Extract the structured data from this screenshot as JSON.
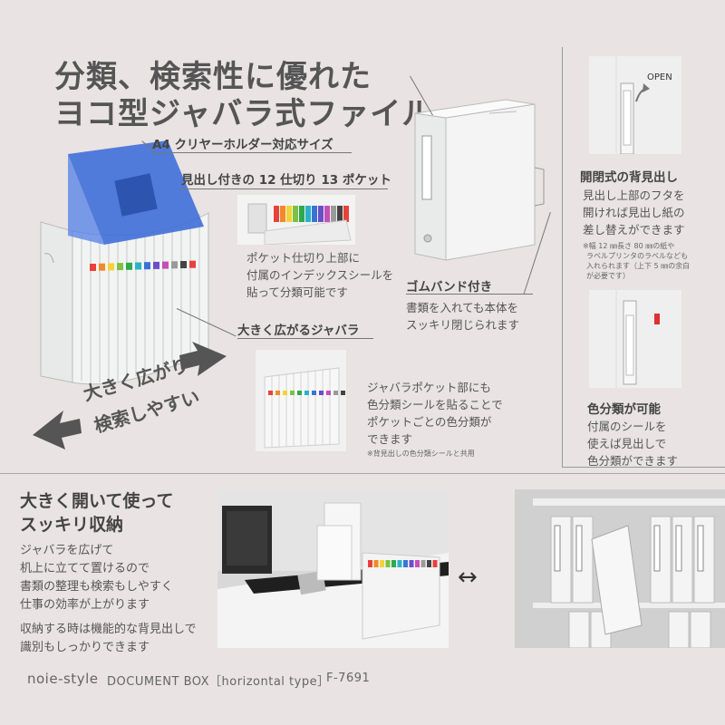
{
  "headline": {
    "line1": "分類、検索性に優れた",
    "line2": "ヨコ型ジャバラ式ファイル"
  },
  "callouts": {
    "a4": "A4 クリヤーホルダー対応サイズ",
    "pockets": "見出し付きの 12 仕切り 13 ポケット",
    "index_seal": [
      "ポケット仕切り上部に",
      "付属のインデックスシールを",
      "貼って分類可能です"
    ],
    "bellows_title": "大きく広がるジャバラ",
    "bellows_desc": [
      "ジャバラポケット部にも",
      "色分類シールを貼ることで",
      "ポケットごとの色分類が",
      "できます"
    ],
    "bellows_note": "※背見出しの色分類シールと共用",
    "rubber_title": "ゴムバンド付き",
    "rubber_desc": [
      "書類を入れても本体を",
      "スッキリ閉じられます"
    ]
  },
  "arrow_text": {
    "line1": "大きく広がり",
    "line2": "検索しやすい"
  },
  "right_panel": {
    "open_label": "OPEN",
    "spine_title": "開閉式の背見出し",
    "spine_desc": [
      "見出し上部のフタを",
      "開ければ見出し紙の",
      "差し替えができます"
    ],
    "spine_note": [
      "※幅 12 ㎜長さ 80 ㎜の紙や",
      "ラベルプリンタのラベルなども",
      "入れられます（上下 5 ㎜の余白",
      "が必要です）"
    ],
    "color_title": "色分類が可能",
    "color_desc": [
      "付属のシールを",
      "使えば見出しで",
      "色分類ができます"
    ]
  },
  "bottom": {
    "head": [
      "大きく開いて使って",
      "スッキリ収納"
    ],
    "para1": [
      "ジャバラを広げて",
      "机上に立てて置けるので",
      "書類の整理も検索もしやすく",
      "仕事の効率が上がります"
    ],
    "para2": [
      "収納する時は機能的な背見出しで",
      "識別もしっかりできます"
    ]
  },
  "footer": {
    "brand": "noie-style",
    "product": "DOCUMENT BOX［horizontal type］",
    "code": "F-7691"
  },
  "colors": {
    "background": "#e9e3e3",
    "folder_blue": "#3f6fd8",
    "box_white": "#f2f3f3",
    "accent_red": "#e03030",
    "index_tabs": [
      "#e8413c",
      "#f08a2a",
      "#f4d23a",
      "#7cc242",
      "#2fa84f",
      "#29b3c9",
      "#3a73d6",
      "#6a4fc8",
      "#c54fb7",
      "#9a9a9a",
      "#444444",
      "#e8413c"
    ]
  },
  "icons": [
    "double-arrow-icon",
    "curved-arrow-icon",
    "left-arrow-icon",
    "right-arrow-icon"
  ]
}
